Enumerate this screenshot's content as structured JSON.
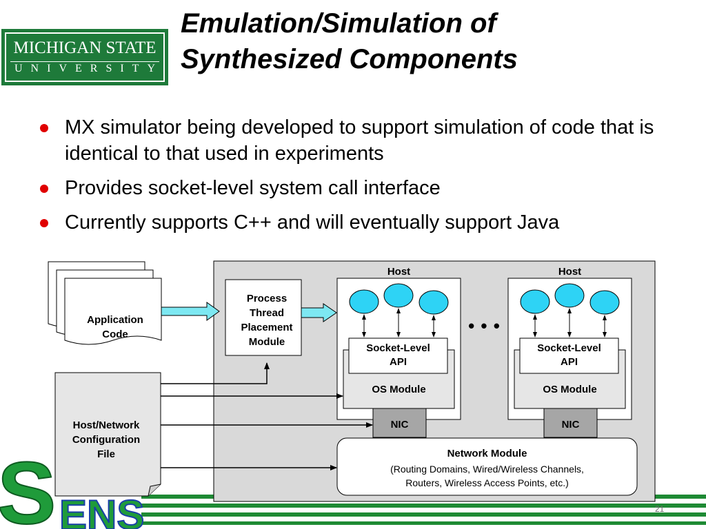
{
  "logo": {
    "line1": "MICHIGAN STATE",
    "line2": "UNIVERSITY"
  },
  "title": {
    "line1": "Emulation/Simulation of",
    "line2": "Synthesized Components"
  },
  "bullets": [
    "MX simulator being developed to support simulation of code that is identical to that used in experiments",
    "Provides socket-level system call interface",
    "Currently supports C++ and will eventually support Java"
  ],
  "diagram": {
    "app_code": {
      "line1": "Application",
      "line2": "Code"
    },
    "config_file": {
      "line1": "Host/Network",
      "line2": "Configuration",
      "line3": "File"
    },
    "ptpm": {
      "line1": "Process",
      "line2": "Thread",
      "line3": "Placement",
      "line4": "Module"
    },
    "hosts": [
      {
        "label": "Host",
        "api_line1": "Socket-Level",
        "api_line2": "API",
        "os": "OS Module",
        "nic": "NIC"
      },
      {
        "label": "Host",
        "api_line1": "Socket-Level",
        "api_line2": "API",
        "os": "OS Module",
        "nic": "NIC"
      }
    ],
    "ellipsis": "• • •",
    "network_module": {
      "title": "Network Module",
      "line1": "(Routing Domains, Wired/Wireless Channels,",
      "line2": "Routers, Wireless Access Points, etc.)"
    }
  },
  "sens_logo": "SENS",
  "slide_number": "21",
  "colors": {
    "msu_green": "#1e7a3a",
    "bullet": "#e00000",
    "process_node": "#2ed3f5",
    "arrow_fill": "#7de8f2",
    "nic_gray": "#a6a6a6",
    "panel_gray": "#d9d9d9"
  }
}
